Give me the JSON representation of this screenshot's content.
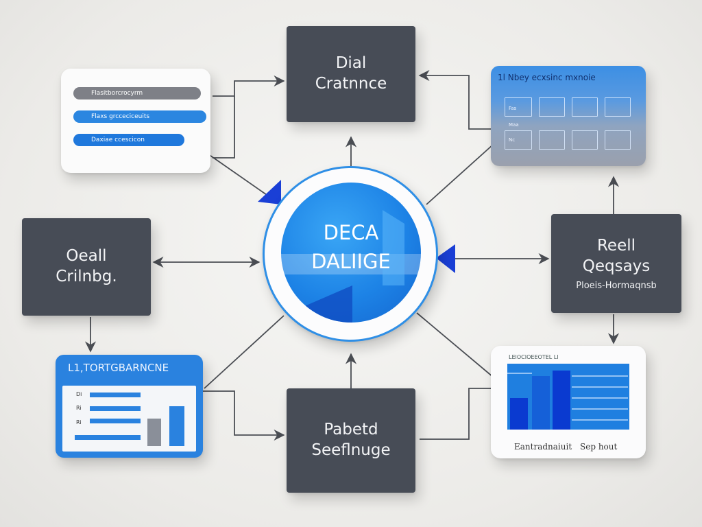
{
  "diagram": {
    "hub": {
      "line1": "DECA",
      "line2": "DALIIGE"
    },
    "top_box": {
      "line1": "Dial",
      "line2": "Cratnnce"
    },
    "left_box": {
      "line1": "Oeall",
      "line2": "Crilnbg."
    },
    "right_box": {
      "line1": "Reell",
      "line2": "Qeqsays",
      "line3": "Ploeis-Hormaqnsb"
    },
    "bottom_box": {
      "line1": "Pabetd",
      "line2": "Seeflnuge"
    },
    "list_panel": {
      "items": [
        "Flasitborcrocyrm",
        "Flaxs grcceciceuits",
        "Daxiae ccescicon"
      ]
    },
    "grid_panel": {
      "title": "1l  Nbey  ecxsinc mxnoie",
      "row_labels": [
        "Fas",
        "Maa",
        "Nc"
      ]
    },
    "bar_panel": {
      "title": "L1,TORTGBARNCNE",
      "row_labels": [
        "Di",
        "Ri",
        "Ri"
      ]
    },
    "chart_panel": {
      "title": "LEIOCIOEEOTEL LI",
      "foot_left": "Eantradnaiuit",
      "foot_right": "Sep hout"
    },
    "colors": {
      "accent_blue": "#1d83e6",
      "dark_box": "#474c56",
      "connector": "#4a4d53",
      "arrow_blue": "#1a3fd6"
    }
  }
}
